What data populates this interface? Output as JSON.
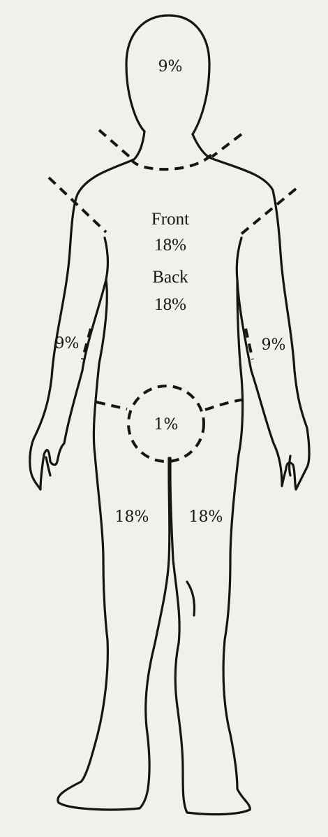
{
  "regions": {
    "head": "9%",
    "torso_front_label": "Front",
    "torso_front_value": "18%",
    "torso_back_label": "Back",
    "torso_back_value": "18%",
    "right_arm": "9%",
    "left_arm": "9%",
    "groin": "1%",
    "right_leg": "18%",
    "left_leg": "18%"
  },
  "colors": {
    "background": "#f1f0eb",
    "ink": "#151515"
  }
}
